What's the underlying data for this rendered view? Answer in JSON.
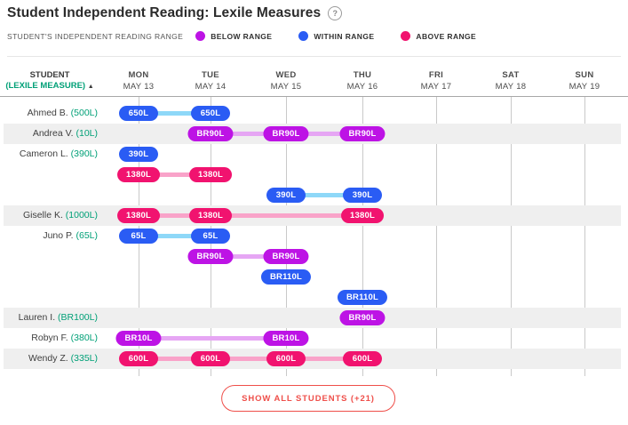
{
  "title": "Student Independent Reading: Lexile Measures",
  "help": "?",
  "legend": {
    "label": "STUDENT'S INDEPENDENT READING RANGE",
    "items": [
      {
        "label": "BELOW RANGE",
        "color": "#bd13e5"
      },
      {
        "label": "WITHIN RANGE",
        "color": "#2a5cf4"
      },
      {
        "label": "ABOVE RANGE",
        "color": "#f1136f"
      }
    ]
  },
  "table_header": {
    "student_line1": "STUDENT",
    "student_line2": "(LEXILE MEASURE)",
    "sort_icon": "▲"
  },
  "footer": {
    "show_all_label": "SHOW ALL STUDENTS (+21)"
  },
  "colors": {
    "below_pill": "#bd13e5",
    "below_line": "#e6a6f4",
    "within_pill": "#2a5cf4",
    "within_line": "#8ed8f8",
    "above_pill": "#f1136f",
    "above_line": "#f9a3c9",
    "lexile_teal": "#00a077",
    "button_red": "#ef4f4a",
    "gridline": "#c9c9c9",
    "row_shade": "#efefef"
  },
  "chart_data": {
    "type": "categorical-timeline",
    "x_axis": {
      "categories": [
        {
          "day": "MON",
          "date": "MAY 13"
        },
        {
          "day": "TUE",
          "date": "MAY 14"
        },
        {
          "day": "WED",
          "date": "MAY 15"
        },
        {
          "day": "THU",
          "date": "MAY 16"
        },
        {
          "day": "FRI",
          "date": "MAY 17"
        },
        {
          "day": "SAT",
          "date": "MAY 18"
        },
        {
          "day": "SUN",
          "date": "MAY 19"
        }
      ]
    },
    "range_legend": [
      "BELOW RANGE",
      "WITHIN RANGE",
      "ABOVE RANGE"
    ],
    "rows": [
      {
        "student": "Ahmed B.",
        "lexile": "500L",
        "shaded": false,
        "points": [
          {
            "day": "MON",
            "value": "650L",
            "range": "within"
          },
          {
            "day": "TUE",
            "value": "650L",
            "range": "within"
          }
        ]
      },
      {
        "student": "Andrea V.",
        "lexile": "10L",
        "shaded": true,
        "points": [
          {
            "day": "TUE",
            "value": "BR90L",
            "range": "below"
          },
          {
            "day": "WED",
            "value": "BR90L",
            "range": "below"
          },
          {
            "day": "THU",
            "value": "BR90L",
            "range": "below"
          }
        ]
      },
      {
        "student": "Cameron L.",
        "lexile": "390L",
        "shaded": false,
        "points": [
          {
            "day": "MON",
            "value": "390L",
            "range": "within"
          }
        ]
      },
      {
        "student": "",
        "lexile": "",
        "shaded": false,
        "points": [
          {
            "day": "MON",
            "value": "1380L",
            "range": "above"
          },
          {
            "day": "TUE",
            "value": "1380L",
            "range": "above"
          }
        ]
      },
      {
        "student": "",
        "lexile": "",
        "shaded": false,
        "points": [
          {
            "day": "WED",
            "value": "390L",
            "range": "within"
          },
          {
            "day": "THU",
            "value": "390L",
            "range": "within"
          }
        ]
      },
      {
        "student": "Giselle K.",
        "lexile": "1000L",
        "shaded": true,
        "points": [
          {
            "day": "MON",
            "value": "1380L",
            "range": "above"
          },
          {
            "day": "TUE",
            "value": "1380L",
            "range": "above"
          },
          {
            "day": "THU",
            "value": "1380L",
            "range": "above"
          }
        ]
      },
      {
        "student": "Juno P.",
        "lexile": "65L",
        "shaded": false,
        "points": [
          {
            "day": "MON",
            "value": "65L",
            "range": "within"
          },
          {
            "day": "TUE",
            "value": "65L",
            "range": "within"
          }
        ]
      },
      {
        "student": "",
        "lexile": "",
        "shaded": false,
        "points": [
          {
            "day": "TUE",
            "value": "BR90L",
            "range": "below"
          },
          {
            "day": "WED",
            "value": "BR90L",
            "range": "below"
          }
        ]
      },
      {
        "student": "",
        "lexile": "",
        "shaded": false,
        "points": [
          {
            "day": "WED",
            "value": "BR110L",
            "range": "within"
          }
        ]
      },
      {
        "student": "",
        "lexile": "",
        "shaded": false,
        "points": [
          {
            "day": "THU",
            "value": "BR110L",
            "range": "within"
          }
        ]
      },
      {
        "student": "Lauren I.",
        "lexile": "BR100L",
        "shaded": true,
        "points": [
          {
            "day": "THU",
            "value": "BR90L",
            "range": "below"
          }
        ]
      },
      {
        "student": "Robyn F.",
        "lexile": "380L",
        "shaded": false,
        "points": [
          {
            "day": "MON",
            "value": "BR10L",
            "range": "below"
          },
          {
            "day": "WED",
            "value": "BR10L",
            "range": "below"
          }
        ]
      },
      {
        "student": "Wendy Z.",
        "lexile": "335L",
        "shaded": true,
        "points": [
          {
            "day": "MON",
            "value": "600L",
            "range": "above"
          },
          {
            "day": "TUE",
            "value": "600L",
            "range": "above"
          },
          {
            "day": "WED",
            "value": "600L",
            "range": "above"
          },
          {
            "day": "THU",
            "value": "600L",
            "range": "above"
          }
        ]
      }
    ]
  }
}
